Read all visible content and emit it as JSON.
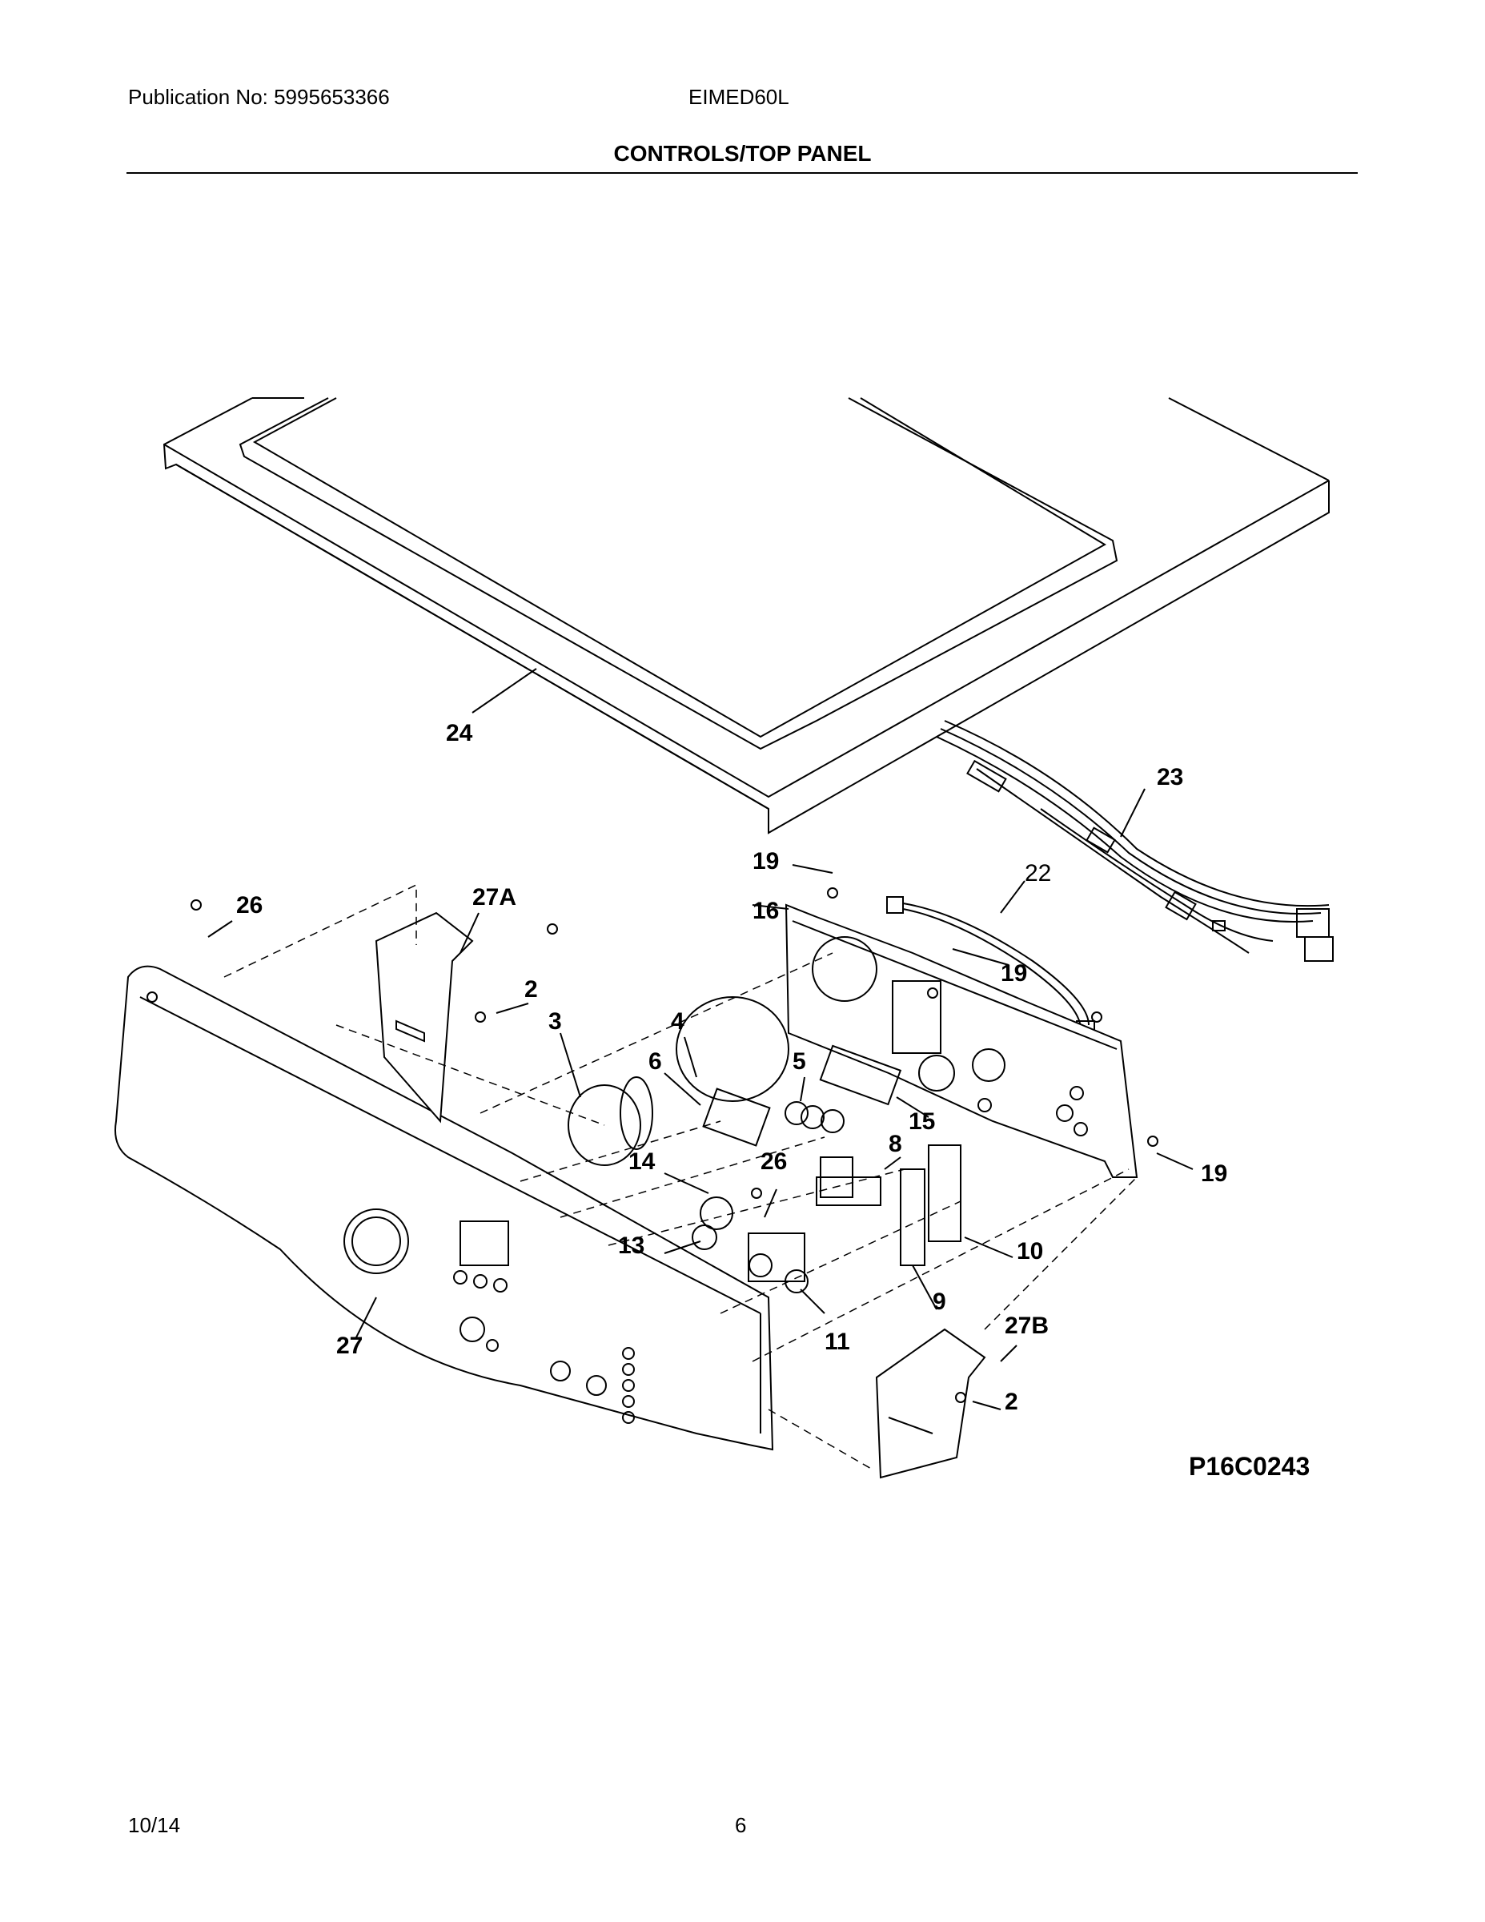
{
  "header": {
    "publication": "Publication No: 5995653366",
    "model": "EIMED60L",
    "title": "CONTROLS/TOP PANEL"
  },
  "diagram": {
    "code": "P16C0243",
    "callouts": [
      "24",
      "23",
      "22",
      "19",
      "19",
      "19",
      "16",
      "26",
      "27A",
      "2",
      "4",
      "3",
      "5",
      "6",
      "15",
      "8",
      "14",
      "26",
      "13",
      "10",
      "9",
      "27B",
      "11",
      "2",
      "27"
    ]
  },
  "footer": {
    "date": "10/14",
    "page": "6"
  }
}
